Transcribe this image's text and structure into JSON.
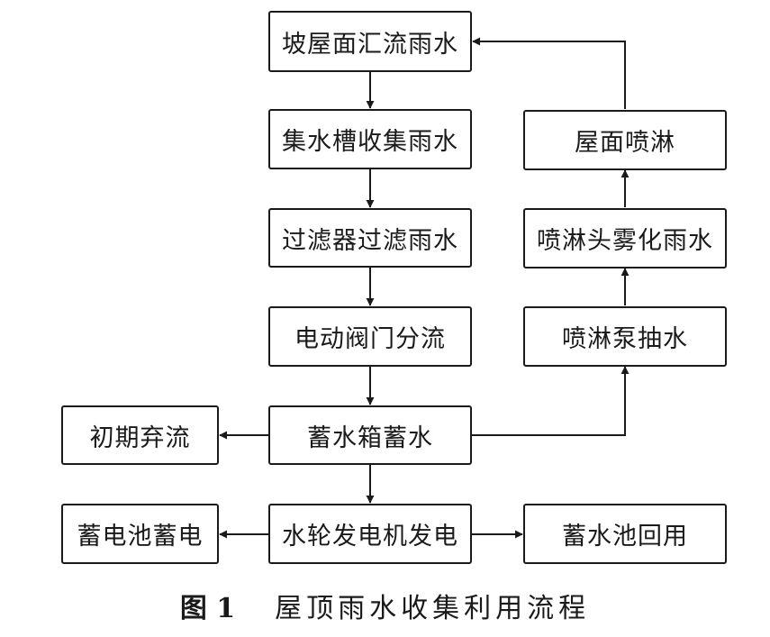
{
  "diagram": {
    "nodes": {
      "n1": "坡屋面汇流雨水",
      "n2": "集水槽收集雨水",
      "n3": "过滤器过滤雨水",
      "n4": "电动阀门分流",
      "n5": "蓄水箱蓄水",
      "n6": "初期弃流",
      "n7": "水轮发电机发电",
      "n8": "蓄电池蓄电",
      "n9": "蓄水池回用",
      "n10": "喷淋泵抽水",
      "n11": "喷淋头雾化雨水",
      "n12": "屋面喷淋"
    }
  },
  "caption": {
    "number": "图 1",
    "title": "屋顶雨水收集利用流程"
  }
}
